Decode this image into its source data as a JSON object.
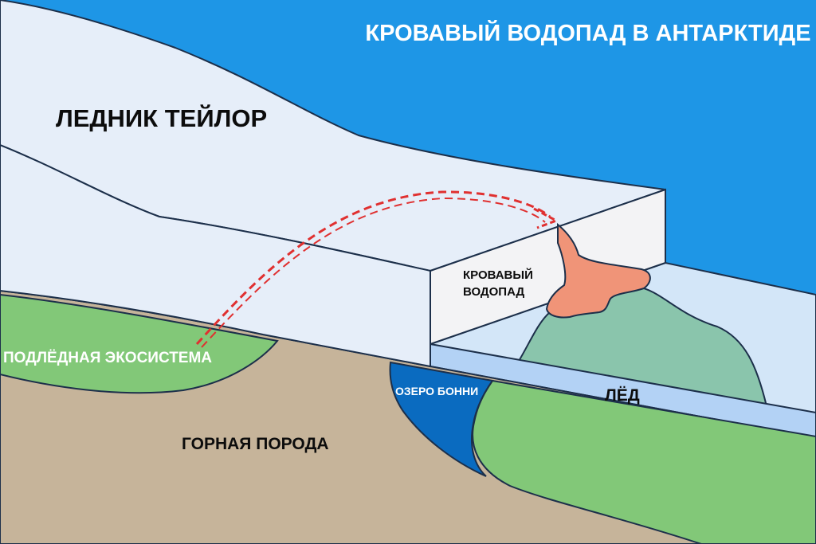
{
  "title": "КРОВАВЫЙ ВОДОПАД В АНТАРКТИДЕ",
  "labels": {
    "glacier": "ЛЕДНИК ТЕЙЛОР",
    "falls_line1": "КРОВАВЫЙ",
    "falls_line2": "ВОДОПАД",
    "ecosystem": "ПОДЛЁДНАЯ ЭКОСИСТЕМА",
    "lake": "ОЗЕРО БОННИ",
    "ice": "ЛЁД",
    "rock": "ГОРНАЯ ПОРОДА"
  },
  "colors": {
    "sky": "#1e96e6",
    "glacier_top": "#e6eef9",
    "glacier_face": "#f3f3f5",
    "rock": "#c6b49a",
    "ecosystem": "#82c878",
    "lake": "#0a6bc0",
    "blood": "#f09478",
    "hill": "#8ac5ac",
    "ice_band": "#b3d2f5",
    "arrow": "#e03030"
  }
}
